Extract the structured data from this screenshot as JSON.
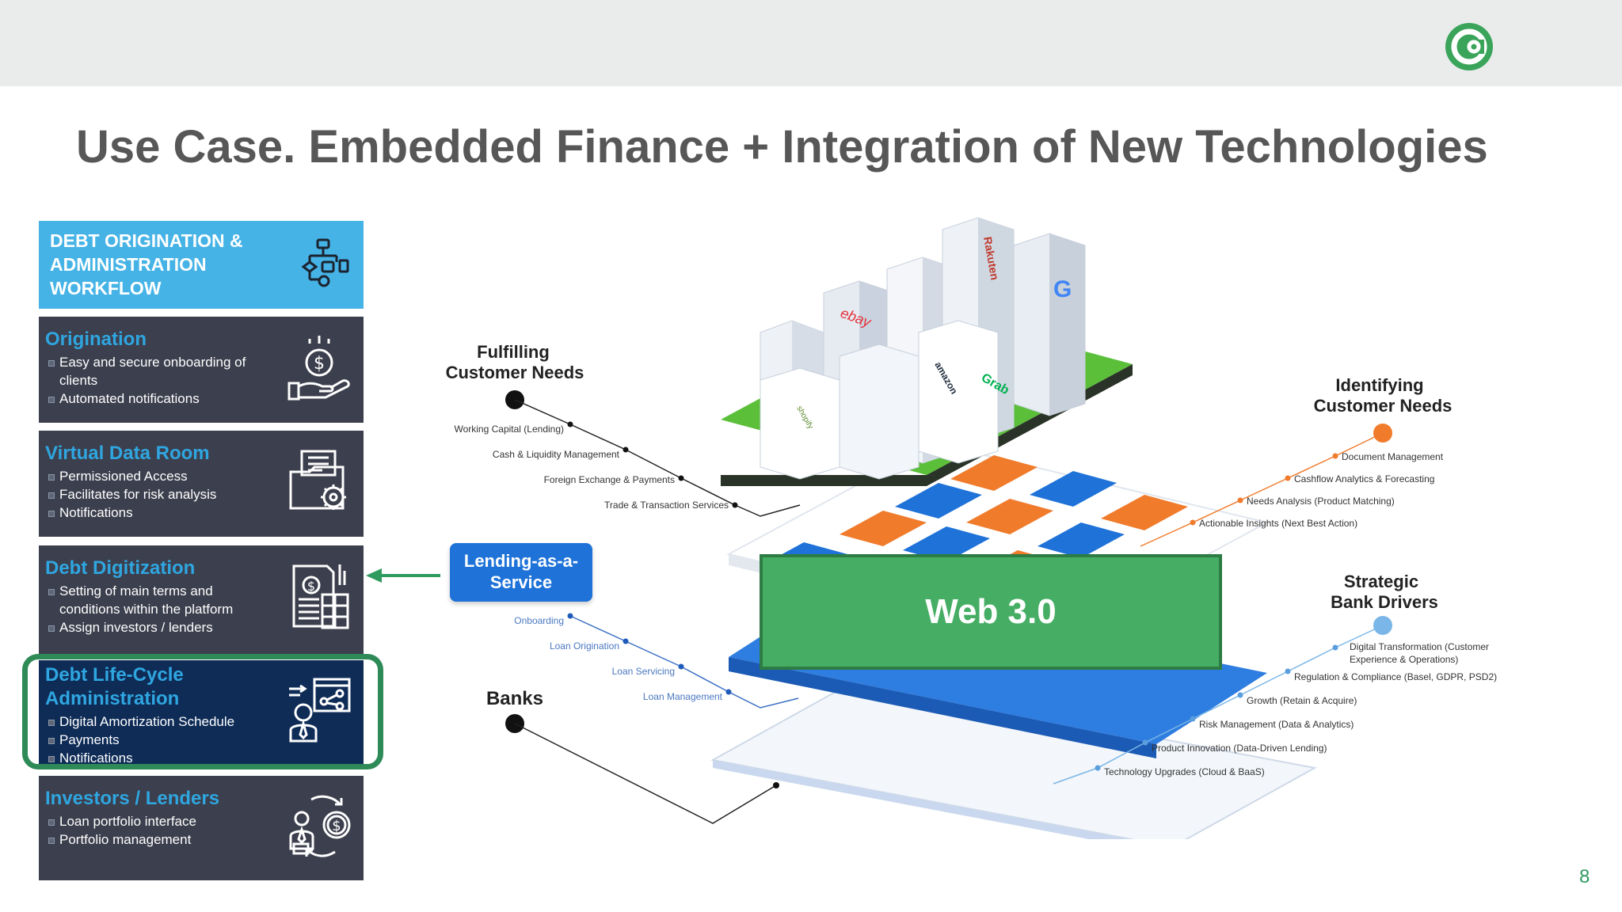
{
  "header": {
    "logo_icon": "brand-logo-icon"
  },
  "title": "Use Case. Embedded Finance + Integration of New Technologies",
  "panel": {
    "header": "DEBT ORIGINATION & ADMINISTRATION WORKFLOW",
    "header_icon": "workflow-icon",
    "cards": [
      {
        "title": "Origination",
        "items": [
          "Easy and secure onboarding of clients",
          "Automated notifications"
        ],
        "icon": "hand-money-icon"
      },
      {
        "title": "Virtual Data Room",
        "items": [
          "Permissioned Access",
          "Facilitates for risk analysis",
          "Notifications"
        ],
        "icon": "folder-gear-icon"
      },
      {
        "title": "Debt Digitization",
        "items": [
          "Setting of main terms and conditions within the platform",
          "Assign investors / lenders"
        ],
        "icon": "calculator-document-icon"
      },
      {
        "title": "Debt Life-Cycle Administration",
        "items": [
          "Digital Amortization Schedule",
          "Payments",
          "Notifications"
        ],
        "icon": "person-network-icon"
      },
      {
        "title": "Investors / Lenders",
        "items": [
          "Loan portfolio interface",
          "Portfolio management"
        ],
        "icon": "investor-dollar-icon"
      }
    ]
  },
  "diagram": {
    "fulfilling": {
      "title_line1": "Fulfilling",
      "title_line2": "Customer Needs",
      "items": [
        "Working Capital (Lending)",
        "Cash & Liquidity Management",
        "Foreign Exchange & Payments",
        "Trade & Transaction Services"
      ]
    },
    "identifying": {
      "title_line1": "Identifying",
      "title_line2": "Customer Needs",
      "items": [
        "Document Management",
        "Cashflow Analytics & Forecasting",
        "Needs Analysis (Product Matching)",
        "Actionable Insights (Next Best Action)"
      ]
    },
    "laas": {
      "line1": "Lending-as-a-",
      "line2": "Service",
      "items": [
        "Onboarding",
        "Loan Origination",
        "Loan Servicing",
        "Loan Management"
      ]
    },
    "banks": "Banks",
    "strategic": {
      "title_line1": "Strategic",
      "title_line2": "Bank Drivers",
      "items": [
        "Digital Transformation (Customer",
        "Experience & Operations)",
        "Regulation & Compliance (Basel, GDPR, PSD2)",
        "Growth (Retain & Acquire)",
        "Risk Management (Data & Analytics)",
        "Product Innovation (Data-Driven Lending)",
        "Technology Upgrades (Cloud & BaaS)"
      ]
    },
    "web3": "Web 3.0",
    "building_labels": [
      "Rakuten",
      "ebay",
      "amazon",
      "Grab",
      "shopify",
      "G"
    ]
  },
  "page_number": "8",
  "colors": {
    "accent_green": "#46ae64",
    "panel_blue": "#46b3e6",
    "card_dark": "#3c3f4d",
    "card_highlight": "#0f2c57",
    "orange": "#f07b2b"
  }
}
